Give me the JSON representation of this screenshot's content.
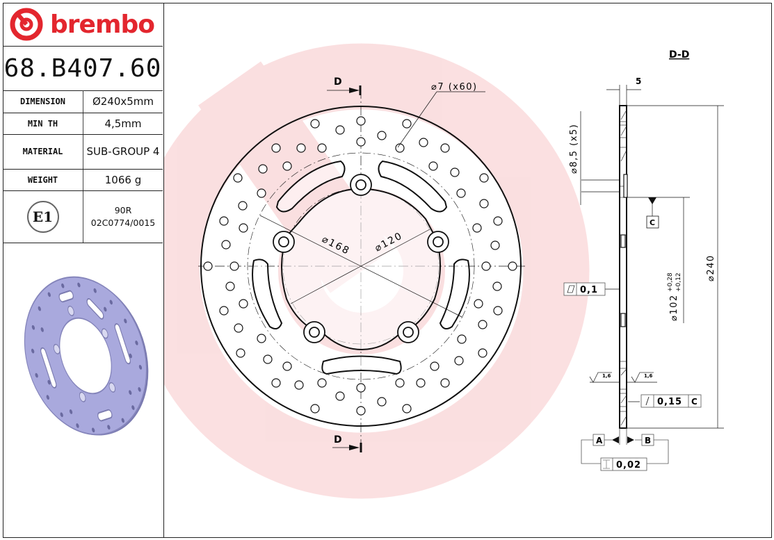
{
  "brand": {
    "name": "brembo",
    "color": "#e3262e"
  },
  "part_number": "68.B407.60",
  "specs": [
    {
      "label": "DIMENSION",
      "value": "Ø240x5mm"
    },
    {
      "label": "MIN TH",
      "value": "4,5mm"
    },
    {
      "label": "MATERIAL",
      "value": "SUB-GROUP 4"
    },
    {
      "label": "WEIGHT",
      "value": "1066 g"
    }
  ],
  "approval": {
    "mark": "E1",
    "line1": "90R",
    "line2": "02C0774/0015"
  },
  "front_view": {
    "section_label_top": "D",
    "section_label_bottom": "D",
    "holes_callout": "⌀7 (x60)",
    "pcd_168": "⌀168",
    "pcd_120": "⌀120"
  },
  "section_view": {
    "title": "D-D",
    "thickness": "5",
    "mount_hole": "⌀8,5 (x5)",
    "outer_diameter": "⌀240",
    "center_bore": "⌀102",
    "bore_tol_upper": "+0,28",
    "bore_tol_lower": "+0,12",
    "datum_c": "C",
    "datum_a": "A",
    "datum_b": "B",
    "flatness_value": "0,1",
    "runout_value": "0,15",
    "runout_datum": "C",
    "parallelism_value": "0,02",
    "roughness_left": "1,6",
    "roughness_right": "1,6"
  }
}
